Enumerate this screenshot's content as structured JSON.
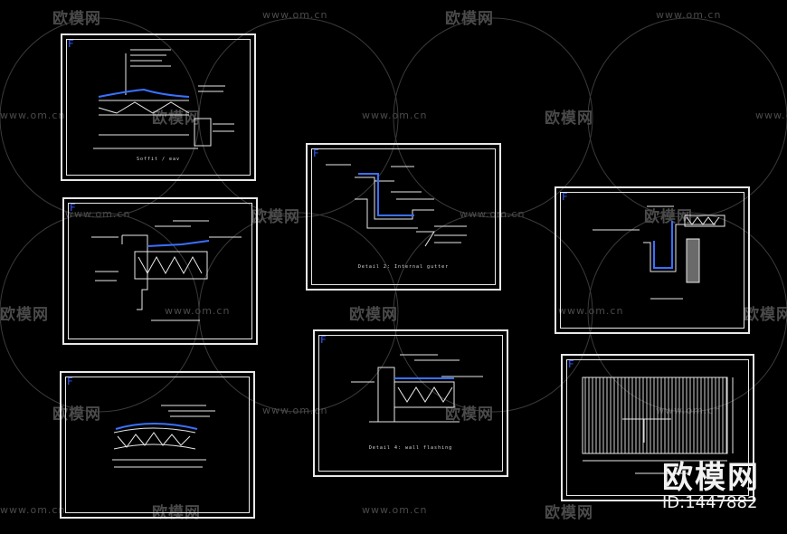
{
  "watermark": {
    "logo": "欧模网",
    "url": "www.om.cn"
  },
  "brand": {
    "name": "欧模网",
    "id_label": "ID:1447882"
  },
  "sheets": [
    {
      "tag": "F",
      "caption": "Soffit / eav"
    },
    {
      "tag": "F",
      "caption": ""
    },
    {
      "tag": "F",
      "caption": ""
    },
    {
      "tag": "F",
      "caption": "Detail 2: Internal gutter"
    },
    {
      "tag": "F",
      "caption": "Detail 4: wall flashing"
    },
    {
      "tag": "F",
      "caption": ""
    },
    {
      "tag": "F",
      "caption": ""
    }
  ],
  "colors": {
    "background": "#000000",
    "line": "#e8e8e8",
    "accent": "#3a5cff",
    "watermark": "#4a4a4a"
  }
}
